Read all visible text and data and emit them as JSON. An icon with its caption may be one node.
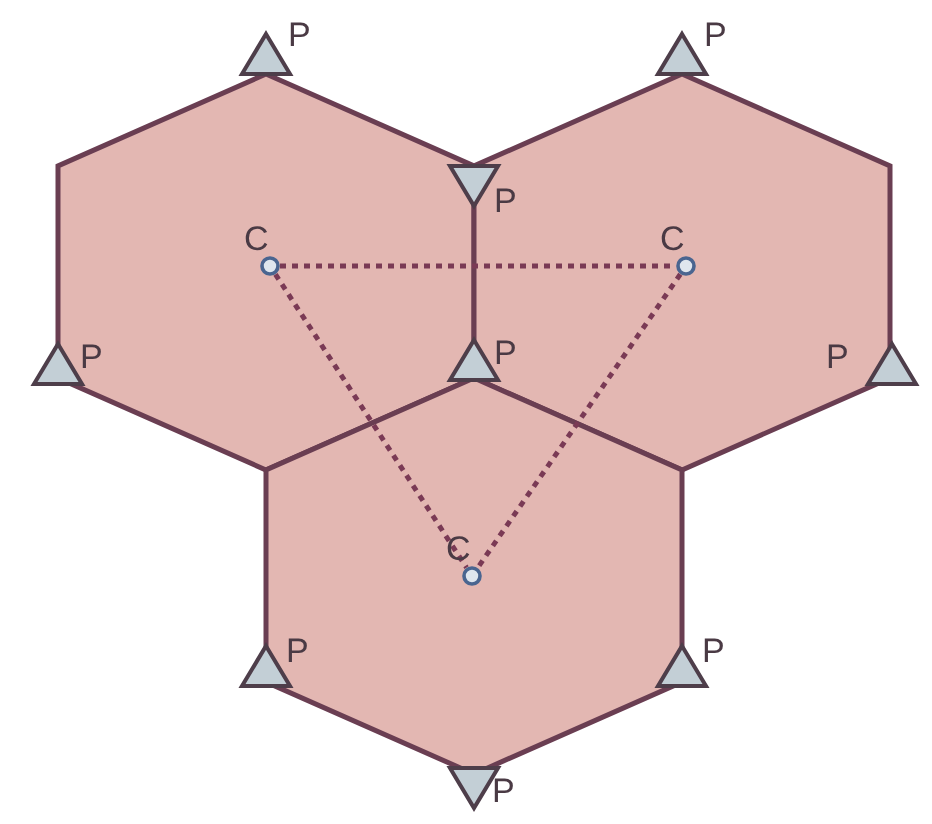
{
  "diagram": {
    "nodes": [
      {
        "text": [],
        "shape": "hexagon"
      },
      {
        "text": [],
        "shape": "circle",
        "beside": [
          "C"
        ],
        "in": 0
      },
      {
        "text": [],
        "shape": "hexagon"
      },
      {
        "text": [],
        "shape": "circle",
        "beside": [
          "C"
        ],
        "in": 2
      },
      {
        "text": [],
        "shape": "hexagon"
      },
      {
        "text": [],
        "shape": "circle",
        "beside": [
          "C"
        ],
        "in": 4
      },
      {
        "text": [],
        "shape": "triangle",
        "beside": [
          "P"
        ]
      },
      {
        "text": [],
        "shape": "triangle",
        "beside": [
          "P"
        ]
      },
      {
        "text": [],
        "shape": "triangle",
        "beside": [
          "P"
        ]
      },
      {
        "text": [],
        "shape": "triangle",
        "beside": [
          "P"
        ]
      },
      {
        "text": [],
        "shape": "triangle",
        "beside": [
          "P"
        ]
      },
      {
        "text": [],
        "shape": "triangle",
        "beside": [
          "P"
        ]
      },
      {
        "text": [],
        "shape": "triangle",
        "beside": [
          "P"
        ]
      },
      {
        "text": [],
        "shape": "triangle",
        "beside": [
          "P"
        ]
      },
      {
        "text": [],
        "shape": "triangle",
        "beside": [
          "P"
        ]
      }
    ],
    "edges": [
      {
        "from": 1,
        "to": 3,
        "arrow": "none",
        "style": "dashed"
      },
      {
        "from": 1,
        "to": 5,
        "arrow": "none",
        "style": "dashed"
      },
      {
        "from": 3,
        "to": 5,
        "arrow": "none",
        "style": "dashed"
      }
    ]
  }
}
